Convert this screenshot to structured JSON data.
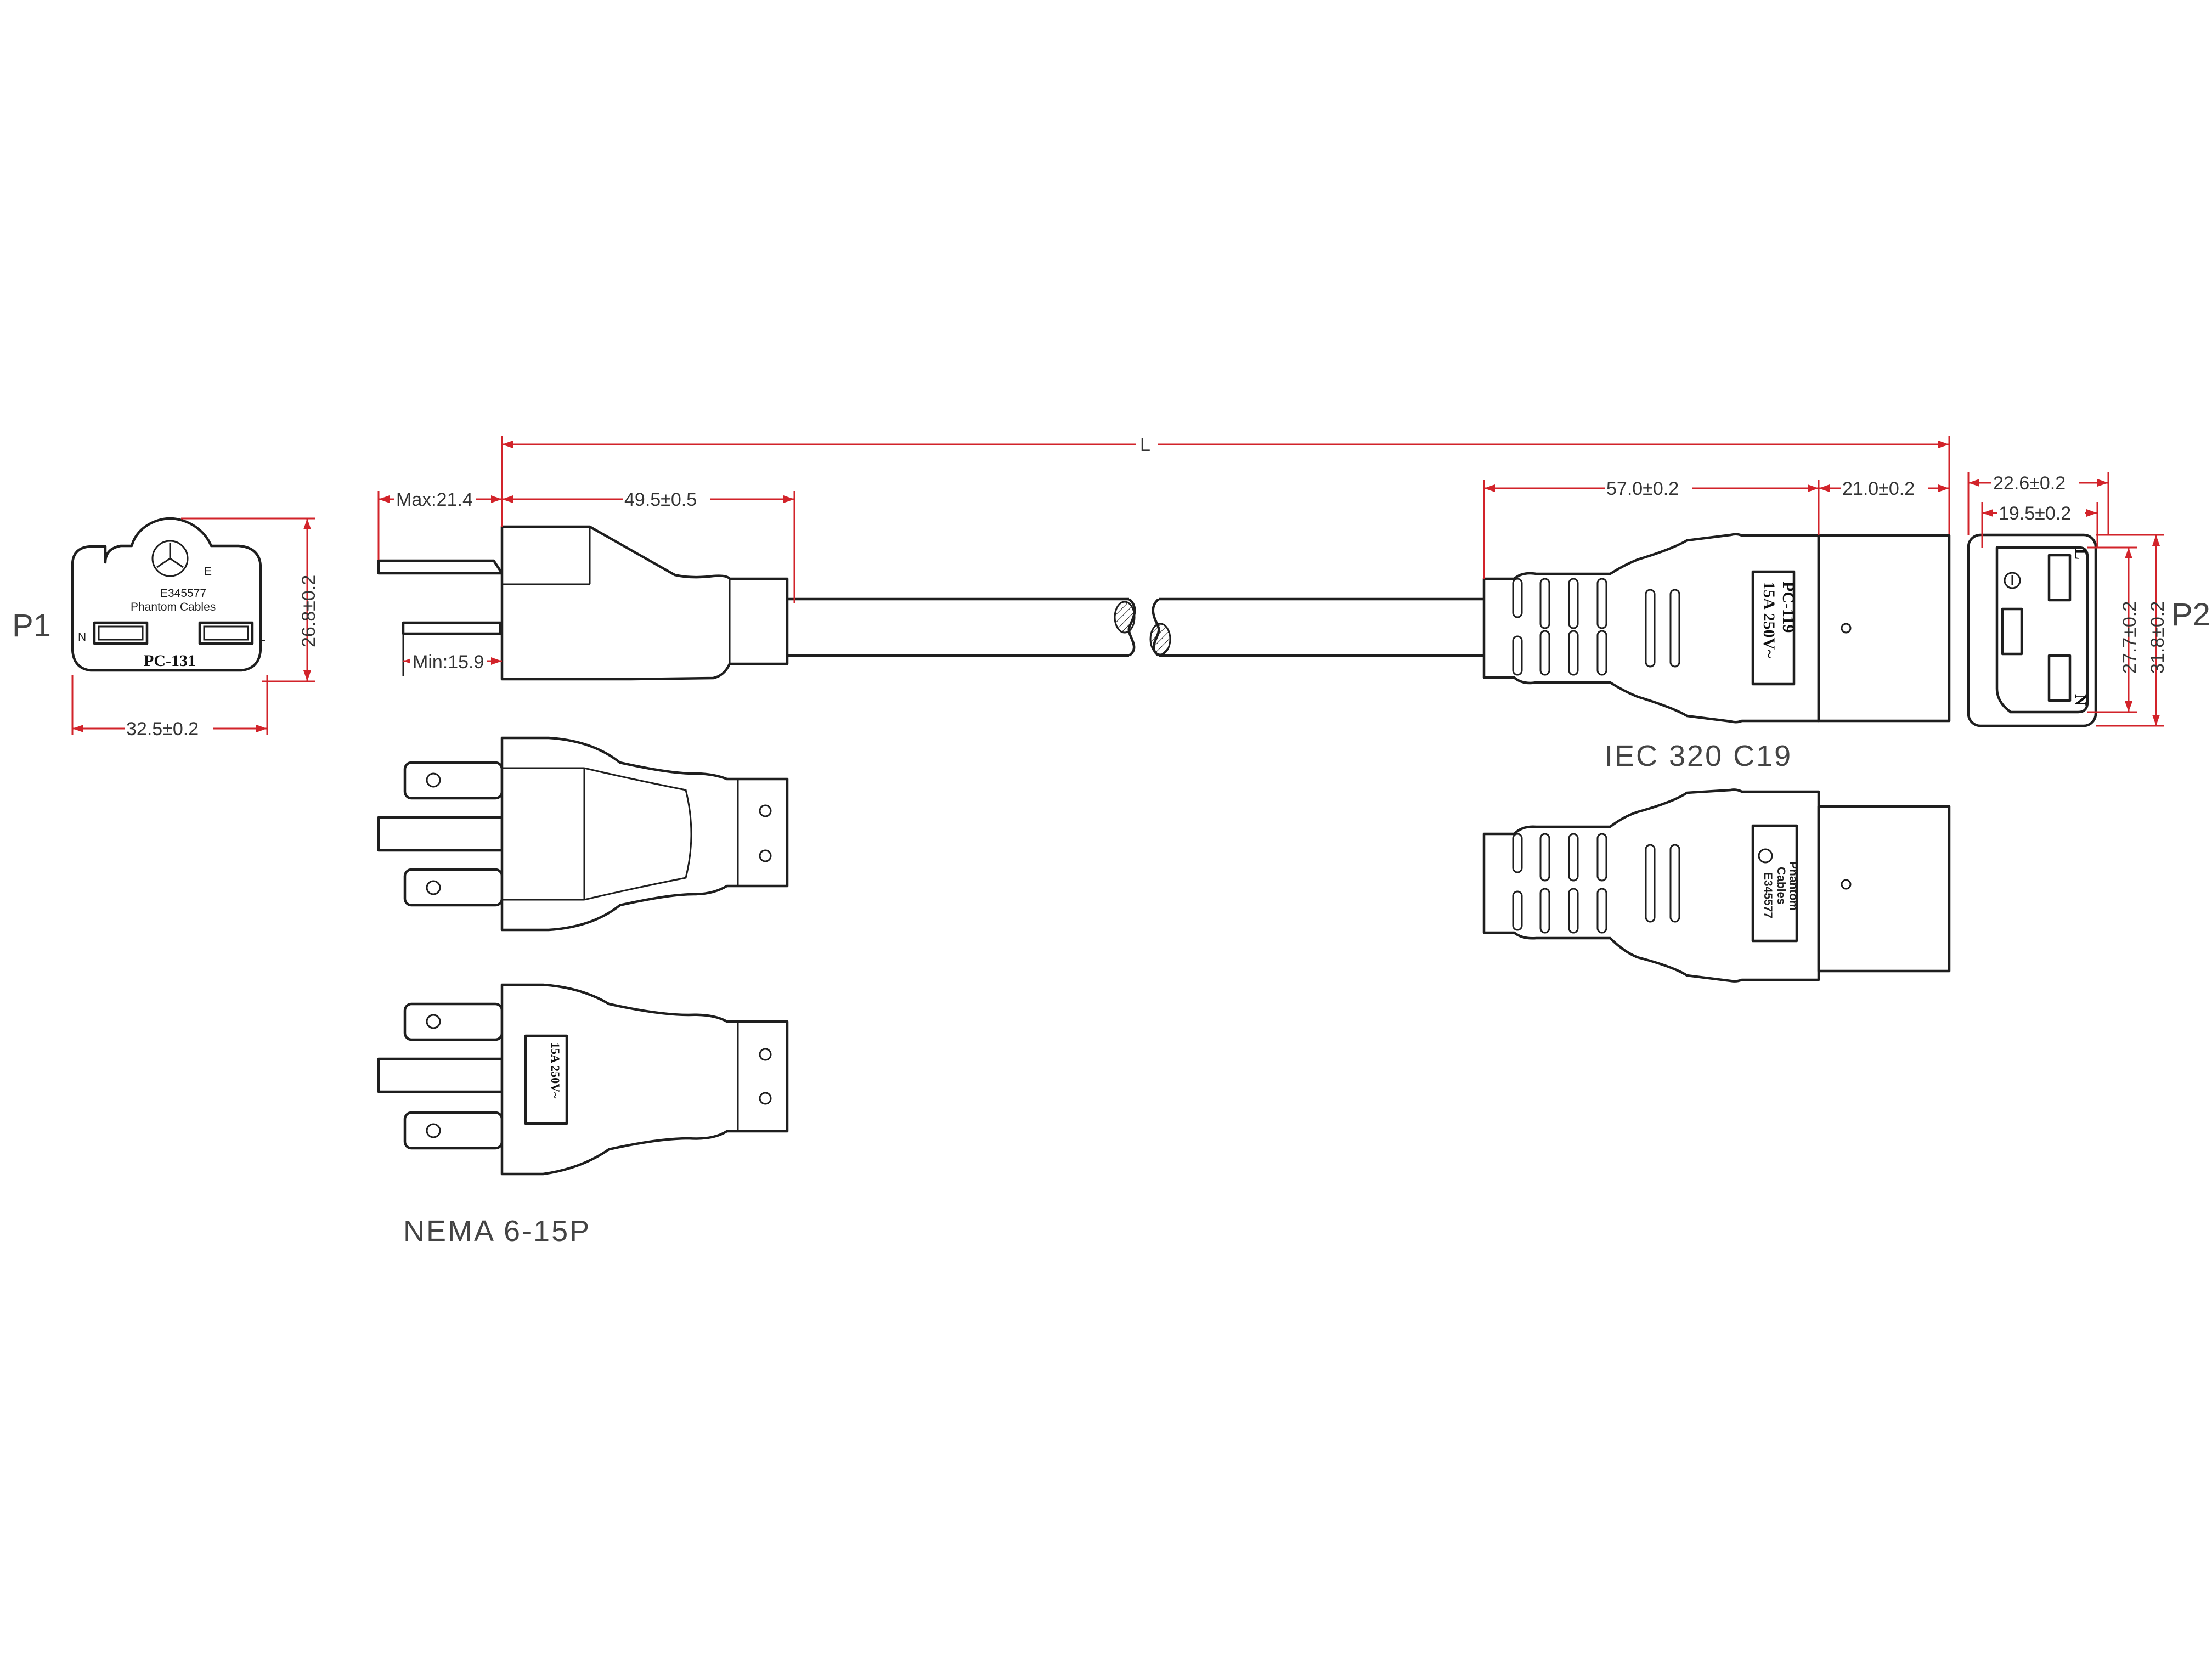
{
  "labels": {
    "p1": "P1",
    "p2": "P2",
    "nema": "NEMA 6-15P",
    "iec": "IEC 320 C19"
  },
  "dimensions": {
    "length": "L",
    "p1_width": "32.5±0.2",
    "p1_height": "26.8±0.2",
    "blade_max": "Max:21.4",
    "blade_min": "Min:15.9",
    "plug_body": "49.5±0.5",
    "c19_body": "57.0±0.2",
    "c19_head": "21.0±0.2",
    "face_outer_w": "22.6±0.2",
    "face_inner_w": "19.5±0.2",
    "face_inner_h": "27.7±0.2",
    "face_outer_h": "31.8±0.2"
  },
  "p1_face": {
    "cert": "E345577",
    "brand": "Phantom Cables",
    "model": "PC-131",
    "earth": "E",
    "neutral": "N",
    "live": "L"
  },
  "plug_label": {
    "rating": "15A 250V~"
  },
  "c19_label": {
    "model": "PC-119",
    "rating": "15A 250V~"
  },
  "c19_bottom_label": {
    "brand_line1": "Phantom",
    "brand_line2": "Cables",
    "cert": "E345577"
  },
  "c19_face": {
    "live": "L",
    "neutral": "N"
  },
  "colors": {
    "dimension": "#d2232a",
    "outline": "#1e1e1e"
  }
}
